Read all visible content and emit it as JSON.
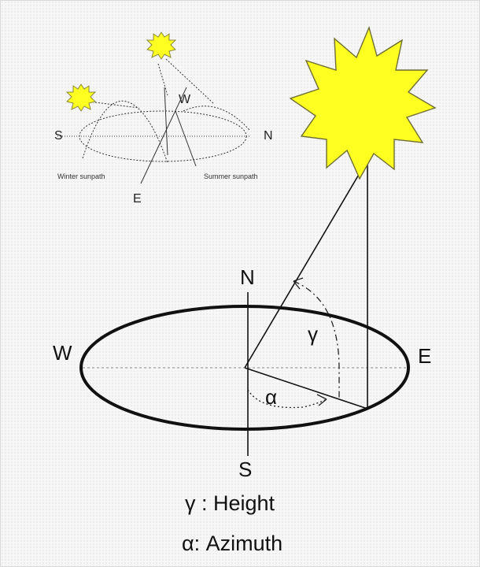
{
  "inset": {
    "north": "N",
    "south": "S",
    "west": "W",
    "east": "E",
    "winter_sunpath": "Winter sunpath",
    "summer_sunpath": "Summer sunpath"
  },
  "main": {
    "north": "N",
    "south": "S",
    "west": "W",
    "east": "E",
    "gamma_symbol": "γ",
    "alpha_symbol": "α"
  },
  "legend": {
    "height_line": "γ : Height",
    "azimuth_line": "α: Azimuth"
  },
  "colors": {
    "sun_fill": "#ffff22",
    "sun_stroke": "#7a7a3a",
    "line": "#222222"
  }
}
